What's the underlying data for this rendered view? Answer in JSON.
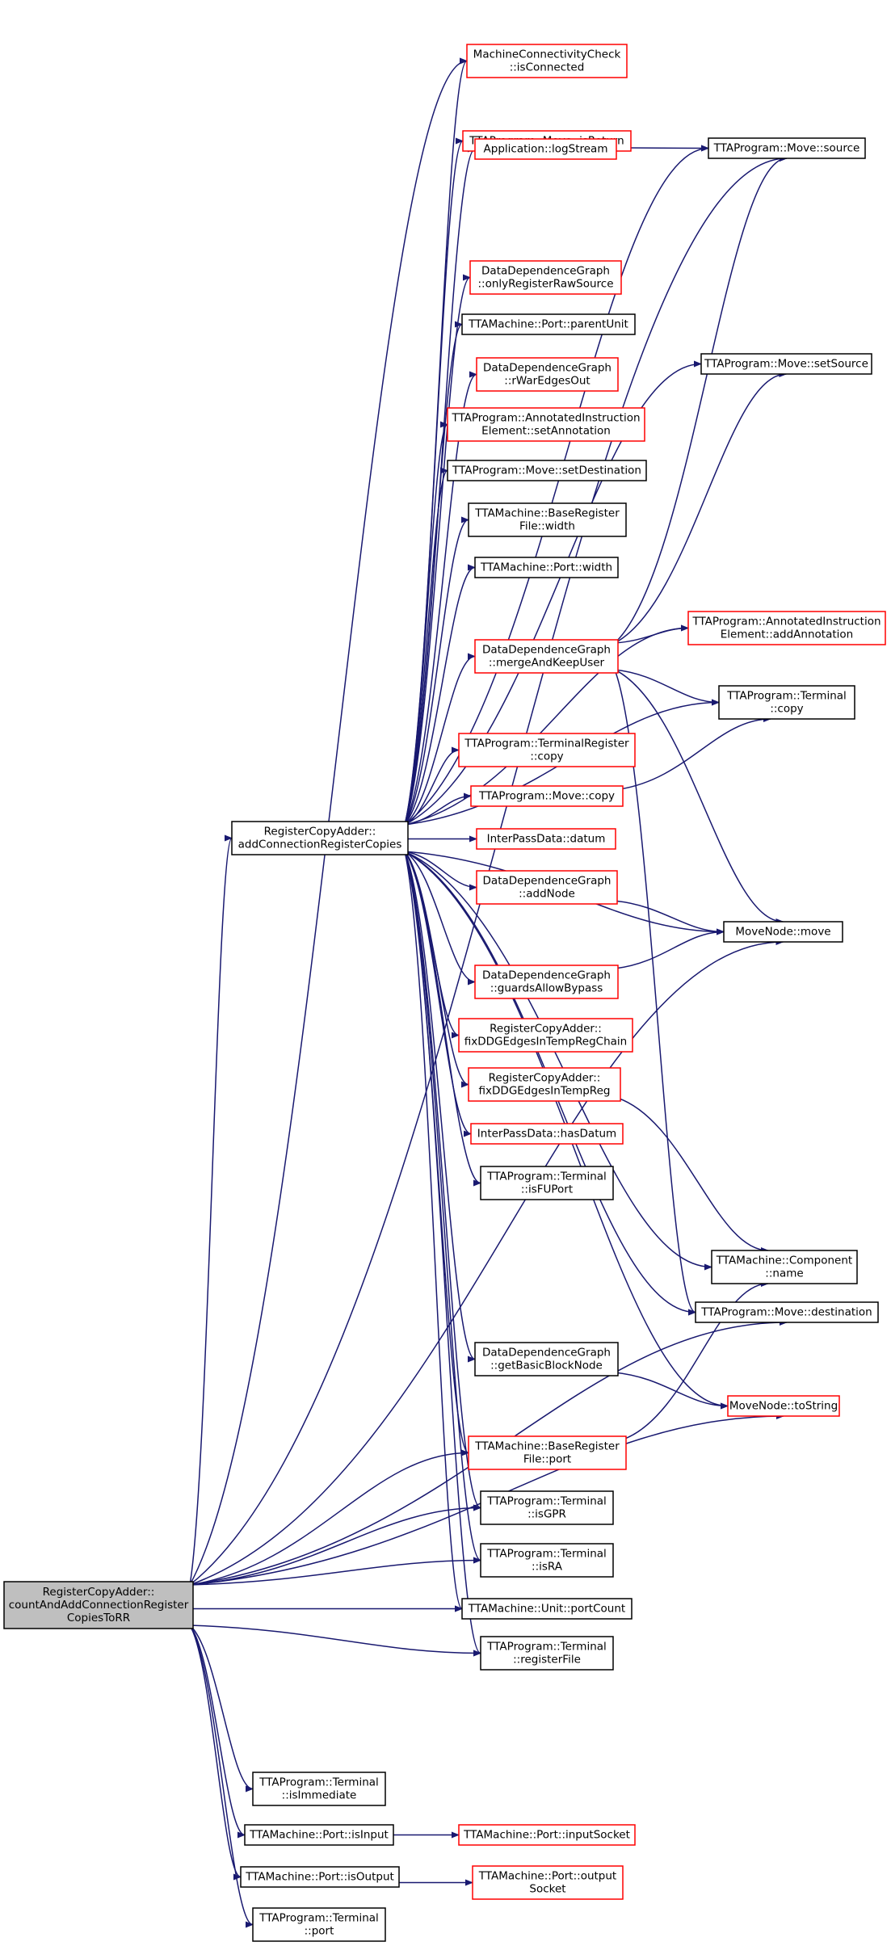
{
  "colors": {
    "edge": "#191970",
    "border_default": "#000000",
    "border_truncated": "#ff0000",
    "fill_default": "#ffffff",
    "fill_root": "#bfbfbf"
  },
  "nodes": [
    {
      "id": "root",
      "lines": [
        "RegisterCopyAdder::",
        "countAndAddConnectionRegister",
        "CopiesToRR"
      ],
      "style": "root"
    },
    {
      "id": "addConn",
      "lines": [
        "RegisterCopyAdder::",
        "addConnectionRegisterCopies"
      ],
      "style": "normal"
    },
    {
      "id": "isConnected",
      "lines": [
        "MachineConnectivityCheck",
        "::isConnected"
      ],
      "style": "red"
    },
    {
      "id": "isReturn",
      "lines": [
        "TTAProgram::Move::isReturn"
      ],
      "style": "red"
    },
    {
      "id": "logStream",
      "lines": [
        "Application::logStream"
      ],
      "style": "red"
    },
    {
      "id": "source",
      "lines": [
        "TTAProgram::Move::source"
      ],
      "style": "normal"
    },
    {
      "id": "onlyRegRaw",
      "lines": [
        "DataDependenceGraph",
        "::onlyRegisterRawSource"
      ],
      "style": "red"
    },
    {
      "id": "parentUnit",
      "lines": [
        "TTAMachine::Port::parentUnit"
      ],
      "style": "normal"
    },
    {
      "id": "setSource",
      "lines": [
        "TTAProgram::Move::setSource"
      ],
      "style": "normal"
    },
    {
      "id": "rWarEdgesOut",
      "lines": [
        "DataDependenceGraph",
        "::rWarEdgesOut"
      ],
      "style": "red"
    },
    {
      "id": "setAnnotation",
      "lines": [
        "TTAProgram::AnnotatedInstruction",
        "Element::setAnnotation"
      ],
      "style": "red"
    },
    {
      "id": "setDestination",
      "lines": [
        "TTAProgram::Move::setDestination"
      ],
      "style": "normal"
    },
    {
      "id": "brfWidth",
      "lines": [
        "TTAMachine::BaseRegister",
        "File::width"
      ],
      "style": "normal"
    },
    {
      "id": "portWidth",
      "lines": [
        "TTAMachine::Port::width"
      ],
      "style": "normal"
    },
    {
      "id": "addAnnotation",
      "lines": [
        "TTAProgram::AnnotatedInstruction",
        "Element::addAnnotation"
      ],
      "style": "red"
    },
    {
      "id": "mergeAndKeep",
      "lines": [
        "DataDependenceGraph",
        "::mergeAndKeepUser"
      ],
      "style": "red"
    },
    {
      "id": "terminalCopy",
      "lines": [
        "TTAProgram::Terminal",
        "::copy"
      ],
      "style": "normal"
    },
    {
      "id": "termRegCopy",
      "lines": [
        "TTAProgram::TerminalRegister",
        "::copy"
      ],
      "style": "red"
    },
    {
      "id": "moveCopy",
      "lines": [
        "TTAProgram::Move::copy"
      ],
      "style": "red"
    },
    {
      "id": "datum",
      "lines": [
        "InterPassData::datum"
      ],
      "style": "red"
    },
    {
      "id": "addNode",
      "lines": [
        "DataDependenceGraph",
        "::addNode"
      ],
      "style": "red"
    },
    {
      "id": "mnMove",
      "lines": [
        "MoveNode::move"
      ],
      "style": "normal"
    },
    {
      "id": "guardsBypass",
      "lines": [
        "DataDependenceGraph",
        "::guardsAllowBypass"
      ],
      "style": "red"
    },
    {
      "id": "fixChain",
      "lines": [
        "RegisterCopyAdder::",
        "fixDDGEdgesInTempRegChain"
      ],
      "style": "red"
    },
    {
      "id": "fixTemp",
      "lines": [
        "RegisterCopyAdder::",
        "fixDDGEdgesInTempReg"
      ],
      "style": "red"
    },
    {
      "id": "hasDatum",
      "lines": [
        "InterPassData::hasDatum"
      ],
      "style": "red"
    },
    {
      "id": "isFUPort",
      "lines": [
        "TTAProgram::Terminal",
        "::isFUPort"
      ],
      "style": "normal"
    },
    {
      "id": "compName",
      "lines": [
        "TTAMachine::Component",
        "::name"
      ],
      "style": "normal"
    },
    {
      "id": "destination",
      "lines": [
        "TTAProgram::Move::destination"
      ],
      "style": "normal"
    },
    {
      "id": "getBBNode",
      "lines": [
        "DataDependenceGraph",
        "::getBasicBlockNode"
      ],
      "style": "normal"
    },
    {
      "id": "toString",
      "lines": [
        "MoveNode::toString"
      ],
      "style": "red"
    },
    {
      "id": "brfPort",
      "lines": [
        "TTAMachine::BaseRegister",
        "File::port"
      ],
      "style": "red"
    },
    {
      "id": "isGPR",
      "lines": [
        "TTAProgram::Terminal",
        "::isGPR"
      ],
      "style": "normal"
    },
    {
      "id": "isRA",
      "lines": [
        "TTAProgram::Terminal",
        "::isRA"
      ],
      "style": "normal"
    },
    {
      "id": "portCount",
      "lines": [
        "TTAMachine::Unit::portCount"
      ],
      "style": "normal"
    },
    {
      "id": "registerFile",
      "lines": [
        "TTAProgram::Terminal",
        "::registerFile"
      ],
      "style": "normal"
    },
    {
      "id": "isImmediate",
      "lines": [
        "TTAProgram::Terminal",
        "::isImmediate"
      ],
      "style": "normal"
    },
    {
      "id": "isInput",
      "lines": [
        "TTAMachine::Port::isInput"
      ],
      "style": "normal"
    },
    {
      "id": "inputSocket",
      "lines": [
        "TTAMachine::Port::inputSocket"
      ],
      "style": "red"
    },
    {
      "id": "isOutput",
      "lines": [
        "TTAMachine::Port::isOutput"
      ],
      "style": "normal"
    },
    {
      "id": "outputSocket",
      "lines": [
        "TTAMachine::Port::output",
        "Socket"
      ],
      "style": "red"
    },
    {
      "id": "termPort",
      "lines": [
        "TTAProgram::Terminal",
        "::port"
      ],
      "style": "normal"
    }
  ],
  "edges": [
    {
      "from": "root",
      "to": "addConn"
    },
    {
      "from": "root",
      "to": "isConnected"
    },
    {
      "from": "root",
      "to": "source"
    },
    {
      "from": "root",
      "to": "mnMove"
    },
    {
      "from": "root",
      "to": "brfPort"
    },
    {
      "from": "root",
      "to": "isGPR"
    },
    {
      "from": "root",
      "to": "isRA"
    },
    {
      "from": "root",
      "to": "portCount"
    },
    {
      "from": "root",
      "to": "registerFile"
    },
    {
      "from": "root",
      "to": "destination"
    },
    {
      "from": "root",
      "to": "toString"
    },
    {
      "from": "root",
      "to": "isImmediate"
    },
    {
      "from": "root",
      "to": "isInput"
    },
    {
      "from": "root",
      "to": "isOutput"
    },
    {
      "from": "root",
      "to": "termPort"
    },
    {
      "from": "addConn",
      "to": "isConnected"
    },
    {
      "from": "addConn",
      "to": "isReturn"
    },
    {
      "from": "addConn",
      "to": "logStream"
    },
    {
      "from": "addConn",
      "to": "source"
    },
    {
      "from": "addConn",
      "to": "setSource"
    },
    {
      "from": "addConn",
      "to": "onlyRegRaw"
    },
    {
      "from": "addConn",
      "to": "parentUnit"
    },
    {
      "from": "addConn",
      "to": "rWarEdgesOut"
    },
    {
      "from": "addConn",
      "to": "setAnnotation"
    },
    {
      "from": "addConn",
      "to": "setDestination"
    },
    {
      "from": "addConn",
      "to": "brfWidth"
    },
    {
      "from": "addConn",
      "to": "portWidth"
    },
    {
      "from": "addConn",
      "to": "addAnnotation"
    },
    {
      "from": "addConn",
      "to": "mergeAndKeep"
    },
    {
      "from": "addConn",
      "to": "terminalCopy"
    },
    {
      "from": "addConn",
      "to": "termRegCopy"
    },
    {
      "from": "addConn",
      "to": "moveCopy"
    },
    {
      "from": "addConn",
      "to": "datum"
    },
    {
      "from": "addConn",
      "to": "addNode"
    },
    {
      "from": "addConn",
      "to": "mnMove"
    },
    {
      "from": "addConn",
      "to": "guardsBypass"
    },
    {
      "from": "addConn",
      "to": "fixChain"
    },
    {
      "from": "addConn",
      "to": "fixTemp"
    },
    {
      "from": "addConn",
      "to": "hasDatum"
    },
    {
      "from": "addConn",
      "to": "isFUPort"
    },
    {
      "from": "addConn",
      "to": "compName"
    },
    {
      "from": "addConn",
      "to": "destination"
    },
    {
      "from": "addConn",
      "to": "getBBNode"
    },
    {
      "from": "addConn",
      "to": "toString"
    },
    {
      "from": "addConn",
      "to": "brfPort"
    },
    {
      "from": "addConn",
      "to": "isGPR"
    },
    {
      "from": "addConn",
      "to": "isRA"
    },
    {
      "from": "addConn",
      "to": "portCount"
    },
    {
      "from": "addConn",
      "to": "registerFile"
    },
    {
      "from": "isReturn",
      "to": "source"
    },
    {
      "from": "mergeAndKeep",
      "to": "source"
    },
    {
      "from": "mergeAndKeep",
      "to": "setSource"
    },
    {
      "from": "mergeAndKeep",
      "to": "addAnnotation"
    },
    {
      "from": "mergeAndKeep",
      "to": "terminalCopy"
    },
    {
      "from": "mergeAndKeep",
      "to": "mnMove"
    },
    {
      "from": "mergeAndKeep",
      "to": "destination"
    },
    {
      "from": "moveCopy",
      "to": "terminalCopy"
    },
    {
      "from": "addNode",
      "to": "mnMove"
    },
    {
      "from": "guardsBypass",
      "to": "mnMove"
    },
    {
      "from": "fixTemp",
      "to": "compName"
    },
    {
      "from": "getBBNode",
      "to": "toString"
    },
    {
      "from": "brfPort",
      "to": "compName"
    },
    {
      "from": "isInput",
      "to": "inputSocket"
    },
    {
      "from": "isOutput",
      "to": "outputSocket"
    }
  ]
}
